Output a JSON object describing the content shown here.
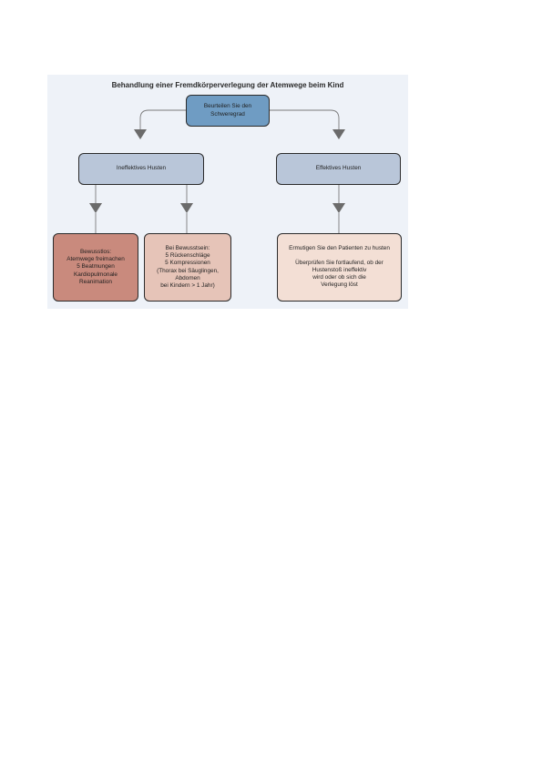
{
  "diagram": {
    "title": "Behandlung einer Fremdkörperverlegung der Atemwege beim Kind",
    "assess_box": {
      "lines": [
        "Beurteilen Sie den",
        "Schweregrad"
      ]
    },
    "ineffective_box": {
      "label": "Ineffektives Husten"
    },
    "effective_box": {
      "label": "Effektives Husten"
    },
    "unconscious_box": {
      "lines": [
        "Bewusstlos:",
        "Atemwege freimachen",
        "5 Beatmungen",
        "Kardiopulmonale",
        "Reanimation"
      ]
    },
    "conscious_box": {
      "lines": [
        "Bei Bewusstsein:",
        "5 Rückenschläge",
        "5 Kompressionen",
        "(Thorax bei Säuglingen,",
        "Abdomen",
        "bei Kindern > 1 Jahr)"
      ]
    },
    "effective_action_box": {
      "line1": "Ermutigen Sie den Patienten zu husten",
      "lines": [
        "Überprüfen Sie fortlaufend, ob der",
        "Hustenstoß ineffektiv",
        "wird oder ob sich die",
        "Verlegung löst"
      ]
    },
    "colors": {
      "panel_background": "#eef2f8",
      "assess_fill": "#6f9cc3",
      "cough_fill": "#b9c6d9",
      "unconscious_fill": "#c98a7d",
      "conscious_fill": "#e6c4b8",
      "effective_action_fill": "#f3dfd5",
      "connector": "#7a7a7a",
      "arrowhead": "#6b6b6b",
      "border": "#2b2b2b"
    }
  }
}
